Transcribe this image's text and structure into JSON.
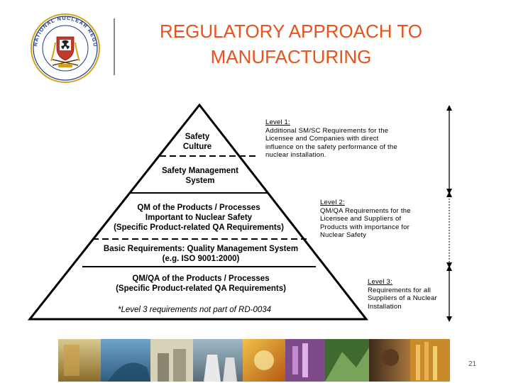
{
  "header": {
    "title_line1": "REGULATORY APPROACH TO",
    "title_line2": "MANUFACTURING",
    "logo_text": "NATIONAL NUCLEAR REGULATOR"
  },
  "pyramid": {
    "tier1": {
      "line1": "Safety",
      "line2": "Culture"
    },
    "tier1b": {
      "line1": "Safety Management",
      "line2": "System"
    },
    "tier2": {
      "line1": "QM of the Products / Processes",
      "line2": "Important to Nuclear Safety",
      "line3": "(Specific Product-related QA Requirements)"
    },
    "tier2b": {
      "line1": "Basic Requirements: Quality Management System",
      "line2": "(e.g. ISO 9001:2000)"
    },
    "tier3": {
      "line1": "QM/QA of the Products / Processes",
      "line2": "(Specific Product-related QA Requirements)"
    },
    "note": "*Level 3 requirements not part of RD-0034"
  },
  "levels": [
    {
      "heading": "Level 1:",
      "lines": [
        "Additional SM/SC Requirements for the",
        "Licensee and Companies with direct",
        "influence on the safety performance of the",
        "nuclear installation."
      ]
    },
    {
      "heading": "Level 2:",
      "lines": [
        "QM/QA Requirements for the",
        "Licensee and Suppliers of",
        "Products with importance for",
        "Nuclear Safety"
      ]
    },
    {
      "heading": "Level 3:",
      "lines": [
        "Requirements for all",
        "Suppliers of a Nuclear",
        "Installation"
      ]
    }
  ],
  "footer": {
    "page_number": "21"
  },
  "colors": {
    "title": "#e8521c",
    "logo_ring": "#1a3a8a",
    "logo_gold": "#d4a21a"
  }
}
